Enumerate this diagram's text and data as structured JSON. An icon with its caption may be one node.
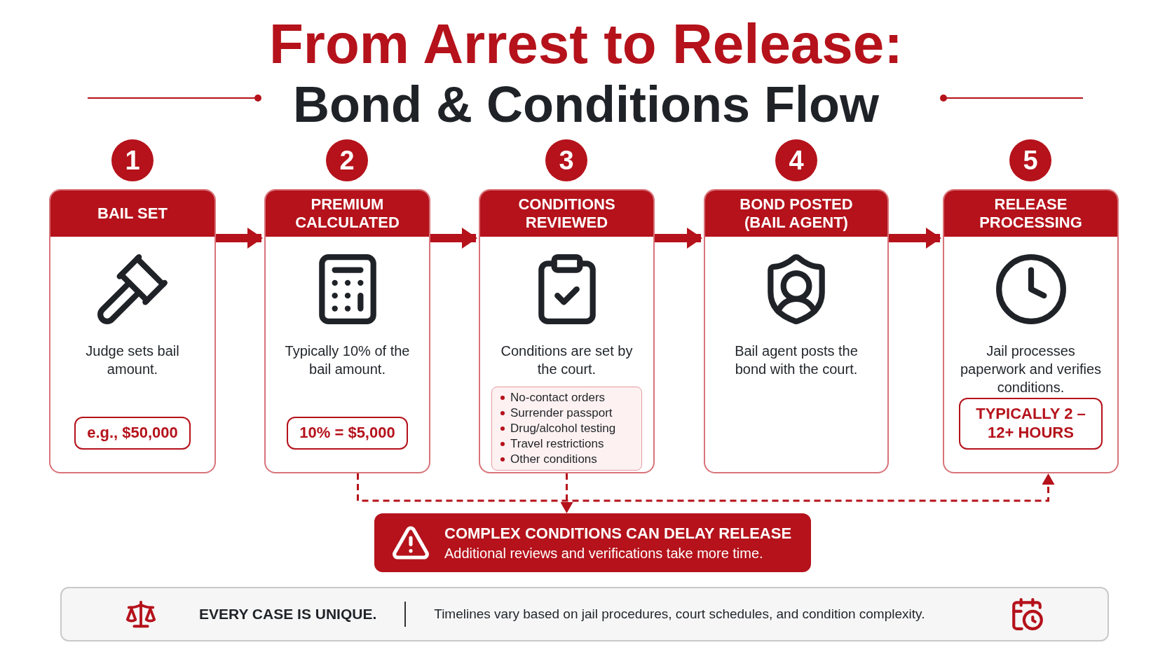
{
  "diagram": {
    "title": "From Arrest to Release: Bond & Conditions Flow",
    "nodes": [
      {
        "text": [
          "1"
        ]
      },
      {
        "text": [
          "BAIL SET",
          "Judge sets bail amount."
        ]
      },
      {
        "text": [
          "e.g., $50,000"
        ],
        "in": 1
      },
      {
        "text": [
          "2"
        ]
      },
      {
        "text": [
          "PREMIUM CALCULATED",
          "Typically 10% of the bail amount."
        ]
      },
      {
        "text": [
          "10% = $5,000"
        ],
        "in": 4
      },
      {
        "text": [
          "3"
        ]
      },
      {
        "text": [
          "CONDITIONS REVIEWED",
          "Conditions are set by the court."
        ]
      },
      {
        "text": [
          "No-contact orders",
          "Surrender passport",
          "Drug/alcohol testing",
          "Travel restrictions",
          "Other conditions"
        ],
        "in": 7
      },
      {
        "text": [
          "4"
        ]
      },
      {
        "text": [
          "BOND POSTED (BAIL AGENT)",
          "Bail agent posts the bond with the court."
        ]
      },
      {
        "text": [
          "5"
        ]
      },
      {
        "text": [
          "RELEASE PROCESSING",
          "Jail processes paperwork and verifies conditions."
        ]
      },
      {
        "text": [
          "TYPICALLY 2 – 12+ HOURS"
        ],
        "in": 12
      },
      {
        "text": [
          "COMPLEX CONDITIONS CAN DELAY RELEASE",
          "Additional reviews and verifications take more time."
        ]
      },
      {
        "text": [
          "EVERY CASE IS UNIQUE.",
          "Timelines vary based on jail procedures, court schedules, and condition complexity."
        ]
      }
    ],
    "edges": [
      {
        "from": 1,
        "to": 4,
        "arrow": "to"
      },
      {
        "from": 4,
        "to": 7,
        "arrow": "to"
      },
      {
        "from": 7,
        "to": 10,
        "arrow": "to"
      },
      {
        "from": 10,
        "to": 12,
        "arrow": "to"
      },
      {
        "from": 4,
        "to": 12,
        "arrow": "to",
        "style": "dashed"
      },
      {
        "from": 7,
        "to": 14,
        "arrow": "to",
        "style": "dashed"
      }
    ]
  }
}
